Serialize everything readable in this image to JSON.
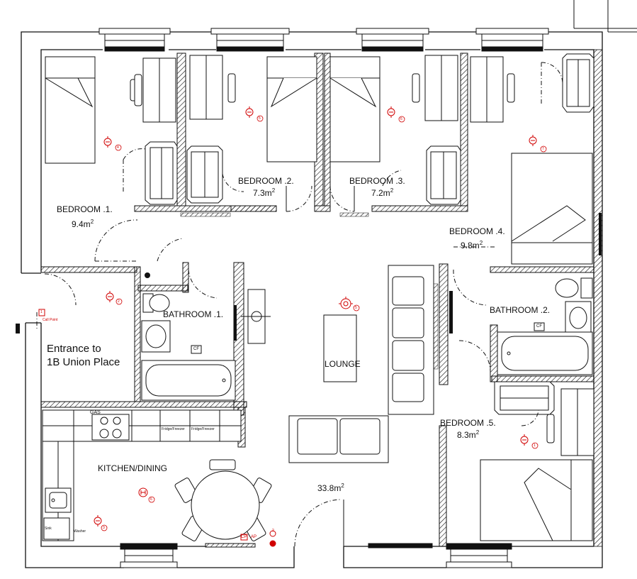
{
  "rooms": {
    "bedroom1": {
      "name": "BEDROOM .1.",
      "area": "9.4m",
      "sup": "2"
    },
    "bedroom2": {
      "name": "BEDROOM .2.",
      "area": "7.3m",
      "sup": "2"
    },
    "bedroom3": {
      "name": "BEDROOM .3.",
      "area": "7.2m",
      "sup": "2"
    },
    "bedroom4": {
      "name": "BEDROOM .4.",
      "area": "9.8m",
      "sup": "2"
    },
    "bedroom5": {
      "name": "BEDROOM .5.",
      "area": "8.3m",
      "sup": "2"
    },
    "bathroom1": {
      "name": "BATHROOM .1."
    },
    "bathroom2": {
      "name": "BATHROOM .2."
    },
    "lounge": {
      "name": "LOUNGE",
      "area": "33.8m",
      "sup": "2"
    },
    "kitchen": {
      "name": "KITCHEN/DINING"
    },
    "entrance": {
      "line1": "Entrance to",
      "line2": "1B Union Place"
    }
  },
  "fixture_labels": {
    "gas": "GAS",
    "fridge1": "Fridge/Freezer",
    "fridge2": "Fridge/Freezer",
    "washer": "Washer",
    "sink": "Sink",
    "call_point": "Call Point",
    "cf1": "CF",
    "cf2": "CF",
    "cp": "CP",
    "ap": "AP"
  },
  "detector_numbers": [
    "1",
    "2",
    "3",
    "4",
    "5",
    "6",
    "7",
    "2",
    "5",
    "3",
    "6",
    "1"
  ],
  "colors": {
    "wall": "#111111",
    "symbol": "#d00000",
    "background": "#ffffff"
  }
}
